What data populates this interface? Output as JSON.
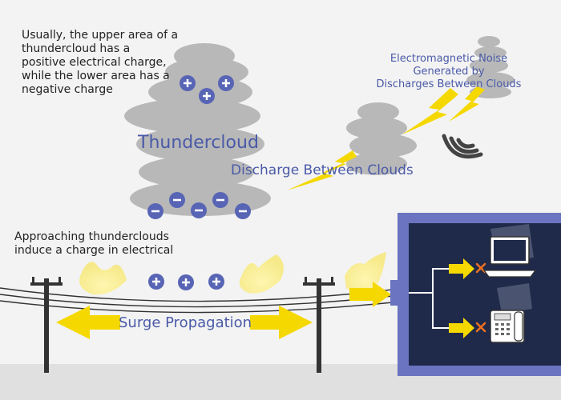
{
  "texts": {
    "upper_note": [
      "Usually, the upper area of a",
      "thundercloud has a",
      "positive electrical charge,",
      "while the lower area has a",
      "negative charge"
    ],
    "thundercloud": "Thundercloud",
    "discharge": "Discharge Between Clouds",
    "em_noise": [
      "Electromagnetic Noise",
      "Generated by",
      "Discharges Between Clouds"
    ],
    "approach": [
      "Approaching thunderclouds",
      "induce a charge in electrical"
    ],
    "surge": "Surge Propagation"
  },
  "colors": {
    "accent_blue": "#4a5aa8",
    "lightning_yellow": "#f5d800",
    "cloud_gray": "#b5b5b5",
    "panel_navy": "#1f2a4a",
    "panel_border": "#6b74c0",
    "block_orange": "#f07020"
  }
}
